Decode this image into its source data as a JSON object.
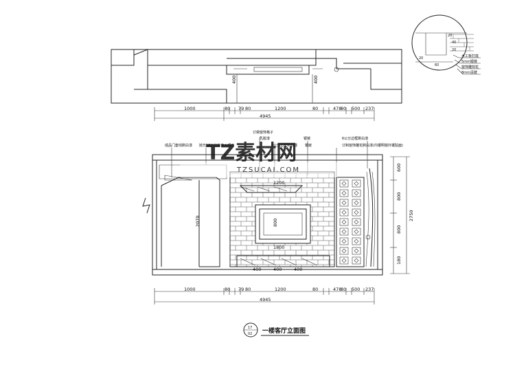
{
  "title": "一楼客厅立面图",
  "title_symbol": {
    "top": "17",
    "bottom": "02"
  },
  "watermark": {
    "main": "TZ素材网",
    "sub": "TZSUCAI.COM"
  },
  "dimensions": {
    "total": "4945",
    "segments": [
      "1000",
      "80",
      "79",
      "80",
      "1200",
      "80",
      "478",
      "80",
      "500",
      "237"
    ],
    "plan_heights": [
      "400",
      "400"
    ],
    "elevation_heights": [
      "600",
      "800",
      "800",
      "180"
    ],
    "elevation_total": "2750",
    "door_height": "2070",
    "tv_frame_width": "1200",
    "tv_height": "800",
    "base_width": "1800",
    "base_segments": [
      "400",
      "400",
      "400"
    ]
  },
  "labels": {
    "finished_door": "成品门套线刷白漆",
    "marble": "抛光18公分米黄大理石",
    "wood_grille": "订做窗饰格子",
    "white_paint": "乳胶漆",
    "strip_paint": "6公分边框刷白漆",
    "mirror": "银镜",
    "embedded": "镶嵌",
    "side_frame": "6公分边框刷白漆",
    "custom_grille": "订制窗饰雕花刷白漆(内镶明镜外镶贴面)"
  },
  "detail_labels": [
    "木工板打底",
    "5mm银镜",
    "窗饰雕刻花",
    "8mm清玻"
  ],
  "detail_dims": [
    "20",
    "40",
    "20",
    "60",
    "20"
  ]
}
